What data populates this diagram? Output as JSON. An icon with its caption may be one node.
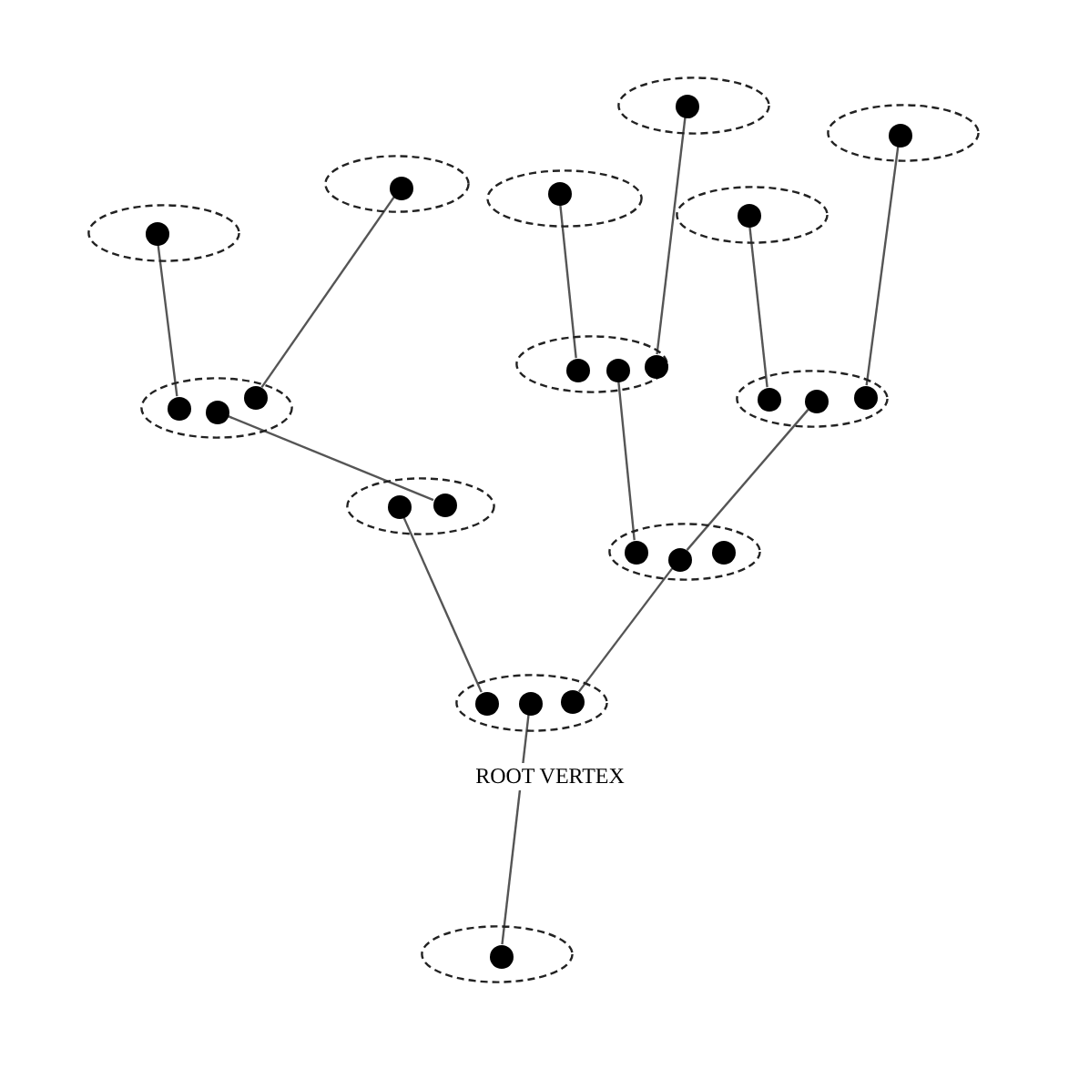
{
  "diagram": {
    "nodes": [
      {
        "text": [],
        "shape": "ellipse"
      },
      {
        "text": [],
        "shape": "circle",
        "in": 0
      },
      {
        "text": [],
        "shape": "ellipse"
      },
      {
        "text": [],
        "shape": "circle",
        "in": 2
      },
      {
        "text": [],
        "shape": "ellipse"
      },
      {
        "text": [],
        "shape": "circle",
        "in": 4
      },
      {
        "text": [],
        "shape": "ellipse"
      },
      {
        "text": [],
        "shape": "circle",
        "in": 6
      },
      {
        "text": [],
        "shape": "ellipse"
      },
      {
        "text": [],
        "shape": "circle",
        "in": 8
      },
      {
        "text": [],
        "shape": "ellipse"
      },
      {
        "text": [],
        "shape": "circle",
        "in": 10
      },
      {
        "text": [],
        "shape": "ellipse"
      },
      {
        "text": [],
        "shape": "circle",
        "in": 12
      },
      {
        "text": [],
        "shape": "circle",
        "in": 12
      },
      {
        "text": [],
        "shape": "circle",
        "in": 12
      },
      {
        "text": [],
        "shape": "ellipse"
      },
      {
        "text": [],
        "shape": "circle",
        "in": 16
      },
      {
        "text": [],
        "shape": "circle",
        "in": 16
      },
      {
        "text": [],
        "shape": "circle",
        "in": 16
      },
      {
        "text": [],
        "shape": "ellipse"
      },
      {
        "text": [],
        "shape": "circle",
        "in": 20
      },
      {
        "text": [],
        "shape": "circle",
        "in": 20
      },
      {
        "text": [],
        "shape": "circle",
        "in": 20
      },
      {
        "text": [],
        "shape": "ellipse"
      },
      {
        "text": [],
        "shape": "circle",
        "in": 24
      },
      {
        "text": [],
        "shape": "circle",
        "in": 24
      },
      {
        "text": [],
        "shape": "ellipse"
      },
      {
        "text": [],
        "shape": "circle",
        "in": 27
      },
      {
        "text": [],
        "shape": "circle",
        "in": 27
      },
      {
        "text": [],
        "shape": "circle",
        "in": 27
      },
      {
        "text": [],
        "shape": "ellipse"
      },
      {
        "text": [],
        "shape": "circle",
        "in": 31
      },
      {
        "text": [],
        "shape": "circle",
        "in": 31
      },
      {
        "text": [],
        "shape": "circle",
        "in": 31
      },
      {
        "text": [],
        "shape": "ellipse"
      },
      {
        "text": [],
        "shape": "circle",
        "in": 35
      }
    ],
    "edges": [
      {
        "from": 11,
        "to": 21,
        "arrow": "none"
      },
      {
        "from": 5,
        "to": 23,
        "arrow": "none"
      },
      {
        "from": 7,
        "to": 13,
        "arrow": "none"
      },
      {
        "from": 1,
        "to": 15,
        "arrow": "none"
      },
      {
        "from": 9,
        "to": 17,
        "arrow": "none"
      },
      {
        "from": 3,
        "to": 19,
        "arrow": "none"
      },
      {
        "from": 22,
        "to": 26,
        "arrow": "none"
      },
      {
        "from": 14,
        "to": 28,
        "arrow": "none"
      },
      {
        "from": 18,
        "to": 29,
        "arrow": "none"
      },
      {
        "from": 25,
        "to": 32,
        "arrow": "none"
      },
      {
        "from": 29,
        "to": 34,
        "arrow": "none"
      },
      {
        "from": 33,
        "to": 36,
        "arrow": "none"
      }
    ],
    "labels": [
      "ROOT VERTEX"
    ]
  }
}
